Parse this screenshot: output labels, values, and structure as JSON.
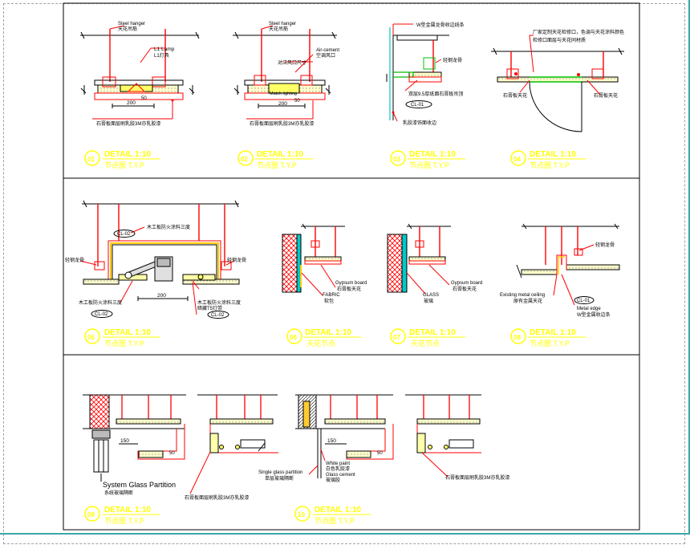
{
  "colors": {
    "line": "#000000",
    "red": "#ff0000",
    "yellow": "#ffff00",
    "green": "#00c000",
    "cyan": "#00ffff",
    "teal": "#3aa7a6",
    "gray": "#b0b0b0"
  },
  "details": [
    {
      "num": "01",
      "title": "DETAIL 1:10",
      "sub": "节点图 T.Y.P"
    },
    {
      "num": "02",
      "title": "DETAIL 1:10",
      "sub": "节点图 T.Y.P"
    },
    {
      "num": "03",
      "title": "DETAIL 1:10",
      "sub": "节点图 T.Y.P"
    },
    {
      "num": "04",
      "title": "DETAIL 1:10",
      "sub": "节点图 T.Y.P"
    },
    {
      "num": "05",
      "title": "DETAIL 1:10",
      "sub": "节点图 T.Y.P"
    },
    {
      "num": "06",
      "title": "DETAIL   1:10",
      "sub": "天花节点"
    },
    {
      "num": "07",
      "title": "DETAIL   1:10",
      "sub": "天花节点"
    },
    {
      "num": "08",
      "title": "DETAIL 1:10",
      "sub": "节点图 T.Y.P"
    },
    {
      "num": "09",
      "title": "DETAIL 1:10",
      "sub": "节点图 T.Y.P"
    },
    {
      "num": "10",
      "title": "DETAIL 1:10",
      "sub": "节点图 T.Y.P"
    }
  ],
  "annotations": {
    "steel_hanger_1": "Steel hanger",
    "steel_hanger_1_cn": "天花吊筋",
    "l1_lamp": "L1 Lamp",
    "l1_lamp_cn": "L1灯具",
    "dim_200_1": "200",
    "dim_50_1": "50",
    "gypsum_3m_1": "石膏板面层刷乳胶3M亦乳胶漆",
    "steel_hanger_2": "Steel hanger",
    "steel_hanger_2_cn": "天花吊筋",
    "air_cement": "Air-cement",
    "air_cement_cn": "空调风口",
    "open_size": "对应风口尺寸",
    "match_lighting": "Match lighting",
    "dim_200_2": "200",
    "dim_50_2": "50",
    "gypsum_3m_2": "石膏板面层刷乳胶3M亦乳胶漆",
    "d3_top": "W型金属龙骨收边线条",
    "d3_mid": "轻钢龙骨",
    "d3_label": "双层9.5厚纸面石膏板吊顶",
    "d3_cl": "CL-01",
    "d3_bottom": "乳胶漆饰面收边",
    "d4_top1": "厂家定制天花检修口，色调与天花涂料颜色",
    "d4_top2": "检修口面层与天花同材质",
    "d4_left": "石膏板天花",
    "d4_right": "石膏板天花",
    "d5_left": "轻钢龙骨",
    "d5_right": "轻钢龙骨",
    "d5_cl02a": "CL-02",
    "d5_wood1": "木工板防火涂料三度",
    "d5_wood2": "木工板防火涂料三度",
    "d5_wood3": "木工板防火涂料三度",
    "d5_dim200": "200",
    "d5_t5": "暗藏T5灯带",
    "d5_cl02b": "CL-02",
    "d5_cl02c": "CL-02",
    "d6_gyp": "Gypsum board",
    "d6_gyp_cn": "石膏板天花",
    "d6_fabric": "FABRIC",
    "d6_fabric_cn": "软包",
    "d7_gyp": "Gypsum board",
    "d7_gyp_cn": "石膏板天花",
    "d7_glass": "GLASS",
    "d7_glass_cn": "玻璃",
    "d8_top": "轻钢龙骨",
    "d8_exist": "Existing metal ceiling",
    "d8_exist_cn": "原有金属天花",
    "d8_cl01": "CL-01",
    "d8_edge": "Metal edge",
    "d8_edge_cn": "W型金属收边条",
    "d9_dim150": "150",
    "d9_dim50": "50",
    "d9_sys": "System Glass Partition",
    "d9_sys_cn": "系统玻璃隔断",
    "d9_gyp": "石膏板面层刷乳胶3M亦乳胶漆",
    "d10_dim150": "150",
    "d10_dim50": "50",
    "d10_white": "White paint",
    "d10_white_cn": "白色乳胶漆",
    "d10_glass_cem": "Glass cement",
    "d10_glass_cem_cn": "玻璃胶",
    "d10_single": "Single glass partition",
    "d10_single_cn": "单层玻璃隔断",
    "d10_gyp": "石膏板面层刷乳胶3M亦乳胶漆"
  }
}
